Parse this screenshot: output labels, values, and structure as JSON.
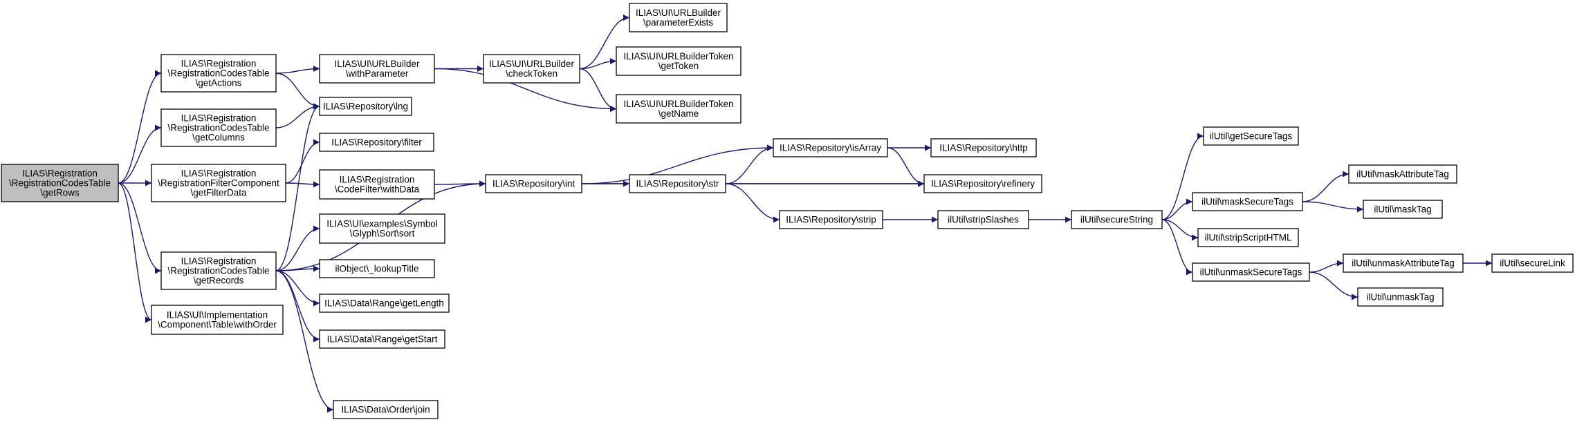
{
  "colors": {
    "edge": "#191970",
    "node_fill": "#ffffff",
    "root_fill": "#bfbfbf",
    "border": "#000000"
  },
  "nodes": [
    {
      "id": "root",
      "lines": [
        "ILIAS\\Registration",
        "\\RegistrationCodesTable",
        "\\getRows"
      ],
      "highlight": true
    },
    {
      "id": "getActions",
      "lines": [
        "ILIAS\\Registration",
        "\\RegistrationCodesTable",
        "\\getActions"
      ]
    },
    {
      "id": "getColumns",
      "lines": [
        "ILIAS\\Registration",
        "\\RegistrationCodesTable",
        "\\getColumns"
      ]
    },
    {
      "id": "getFilterData",
      "lines": [
        "ILIAS\\Registration",
        "\\RegistrationFilterComponent",
        "\\getFilterData"
      ]
    },
    {
      "id": "getRecords",
      "lines": [
        "ILIAS\\Registration",
        "\\RegistrationCodesTable",
        "\\getRecords"
      ]
    },
    {
      "id": "withOrder",
      "lines": [
        "ILIAS\\UI\\Implementation",
        "\\Component\\Table\\withOrder"
      ]
    },
    {
      "id": "withParameter",
      "lines": [
        "ILIAS\\UI\\URLBuilder",
        "\\withParameter"
      ]
    },
    {
      "id": "lng",
      "lines": [
        "ILIAS\\Repository\\lng"
      ]
    },
    {
      "id": "filter",
      "lines": [
        "ILIAS\\Repository\\filter"
      ]
    },
    {
      "id": "withData",
      "lines": [
        "ILIAS\\Registration",
        "\\CodeFilter\\withData"
      ]
    },
    {
      "id": "sort",
      "lines": [
        "ILIAS\\UI\\examples\\Symbol",
        "\\Glyph\\Sort\\sort"
      ]
    },
    {
      "id": "lookupTitle",
      "lines": [
        "ilObject\\_lookupTitle"
      ]
    },
    {
      "id": "getLength",
      "lines": [
        "ILIAS\\Data\\Range\\getLength"
      ]
    },
    {
      "id": "getStart",
      "lines": [
        "ILIAS\\Data\\Range\\getStart"
      ]
    },
    {
      "id": "join",
      "lines": [
        "ILIAS\\Data\\Order\\join"
      ]
    },
    {
      "id": "checkToken",
      "lines": [
        "ILIAS\\UI\\URLBuilder",
        "\\checkToken"
      ]
    },
    {
      "id": "int",
      "lines": [
        "ILIAS\\Repository\\int"
      ]
    },
    {
      "id": "parameterExists",
      "lines": [
        "ILIAS\\UI\\URLBuilder",
        "\\parameterExists"
      ]
    },
    {
      "id": "getToken",
      "lines": [
        "ILIAS\\UI\\URLBuilderToken",
        "\\getToken"
      ]
    },
    {
      "id": "getName",
      "lines": [
        "ILIAS\\UI\\URLBuilderToken",
        "\\getName"
      ]
    },
    {
      "id": "str",
      "lines": [
        "ILIAS\\Repository\\str"
      ]
    },
    {
      "id": "isArray",
      "lines": [
        "ILIAS\\Repository\\isArray"
      ]
    },
    {
      "id": "strip",
      "lines": [
        "ILIAS\\Repository\\strip"
      ]
    },
    {
      "id": "http",
      "lines": [
        "ILIAS\\Repository\\http"
      ]
    },
    {
      "id": "refinery",
      "lines": [
        "ILIAS\\Repository\\refinery"
      ]
    },
    {
      "id": "stripSlashes",
      "lines": [
        "ilUtil\\stripSlashes"
      ]
    },
    {
      "id": "secureString",
      "lines": [
        "ilUtil\\secureString"
      ]
    },
    {
      "id": "getSecureTags",
      "lines": [
        "ilUtil\\getSecureTags"
      ]
    },
    {
      "id": "maskSecureTags",
      "lines": [
        "ilUtil\\maskSecureTags"
      ]
    },
    {
      "id": "stripScriptHTML",
      "lines": [
        "ilUtil\\stripScriptHTML"
      ]
    },
    {
      "id": "unmaskSecureTags",
      "lines": [
        "ilUtil\\unmaskSecureTags"
      ]
    },
    {
      "id": "maskAttributeTag",
      "lines": [
        "ilUtil\\maskAttributeTag"
      ]
    },
    {
      "id": "maskTag",
      "lines": [
        "ilUtil\\maskTag"
      ]
    },
    {
      "id": "unmaskAttributeTag",
      "lines": [
        "ilUtil\\unmaskAttributeTag"
      ]
    },
    {
      "id": "unmaskTag",
      "lines": [
        "ilUtil\\unmaskTag"
      ]
    },
    {
      "id": "secureLink",
      "lines": [
        "ilUtil\\secureLink"
      ]
    }
  ],
  "edges": [
    [
      "root",
      "getActions"
    ],
    [
      "root",
      "getColumns"
    ],
    [
      "root",
      "getFilterData"
    ],
    [
      "root",
      "getRecords"
    ],
    [
      "root",
      "withOrder"
    ],
    [
      "getActions",
      "withParameter"
    ],
    [
      "getActions",
      "lng"
    ],
    [
      "getColumns",
      "lng"
    ],
    [
      "getFilterData",
      "filter"
    ],
    [
      "getFilterData",
      "withData"
    ],
    [
      "getRecords",
      "lng"
    ],
    [
      "getRecords",
      "sort"
    ],
    [
      "getRecords",
      "lookupTitle"
    ],
    [
      "getRecords",
      "getLength"
    ],
    [
      "getRecords",
      "getStart"
    ],
    [
      "getRecords",
      "join"
    ],
    [
      "getRecords",
      "int"
    ],
    [
      "withParameter",
      "checkToken"
    ],
    [
      "withParameter",
      "getName"
    ],
    [
      "withData",
      "int"
    ],
    [
      "checkToken",
      "parameterExists"
    ],
    [
      "checkToken",
      "getToken"
    ],
    [
      "checkToken",
      "getName"
    ],
    [
      "int",
      "isArray"
    ],
    [
      "int",
      "str"
    ],
    [
      "int",
      "refinery"
    ],
    [
      "str",
      "isArray"
    ],
    [
      "str",
      "refinery"
    ],
    [
      "str",
      "strip"
    ],
    [
      "isArray",
      "http"
    ],
    [
      "isArray",
      "refinery"
    ],
    [
      "strip",
      "stripSlashes"
    ],
    [
      "stripSlashes",
      "secureString"
    ],
    [
      "secureString",
      "getSecureTags"
    ],
    [
      "secureString",
      "maskSecureTags"
    ],
    [
      "secureString",
      "stripScriptHTML"
    ],
    [
      "secureString",
      "unmaskSecureTags"
    ],
    [
      "maskSecureTags",
      "maskAttributeTag"
    ],
    [
      "maskSecureTags",
      "maskTag"
    ],
    [
      "unmaskSecureTags",
      "unmaskAttributeTag"
    ],
    [
      "unmaskSecureTags",
      "unmaskTag"
    ],
    [
      "unmaskAttributeTag",
      "secureLink"
    ]
  ]
}
